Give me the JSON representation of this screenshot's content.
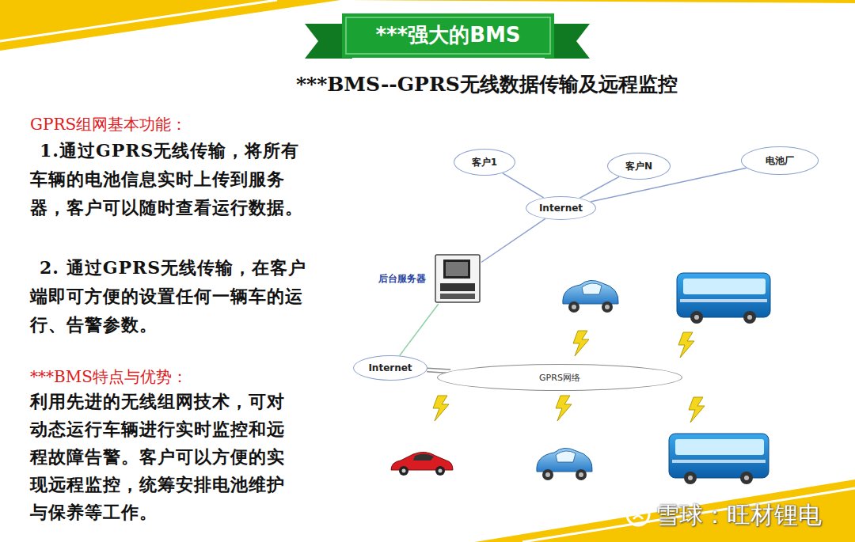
{
  "diagram": {
    "title": "***强大的BMS",
    "nodes": [
      {
        "text": [
          "客户1"
        ]
      },
      {
        "text": [
          "客户N"
        ]
      },
      {
        "text": [
          "电池厂"
        ]
      },
      {
        "text": [
          "Internet"
        ]
      },
      {
        "text": [
          "后台服务器"
        ]
      },
      {
        "text": [
          "Internet"
        ]
      },
      {
        "text": [
          "GPRS网络"
        ]
      }
    ],
    "edges": [
      {
        "from": 0,
        "to": 3,
        "arrow": "none"
      },
      {
        "from": 1,
        "to": 3,
        "arrow": "none"
      },
      {
        "from": 2,
        "to": 3,
        "arrow": "none"
      },
      {
        "from": 3,
        "to": 4,
        "arrow": "none"
      },
      {
        "from": 4,
        "to": 5,
        "arrow": "none"
      },
      {
        "from": 5,
        "to": 6,
        "arrow": "none"
      }
    ],
    "labels": [
      "***BMS--GPRS无线数据传输及远程监控",
      "GPRS组网基本功能：",
      "1.通过GPRS无线传输，将所有车辆的电池信息实时上传到服务器，客户可以随时查看运行数据。",
      "2. 通过GPRS无线传输，在客户端即可方便的设置任何一辆车的运行、告警参数。",
      "***BMS特点与优势：",
      "利用先进的无线组网技术，可对动态运行车辆进行实时监控和远程故障告警。客户可以方便的实现远程监控，统筹安排电池维护与保养等工作。",
      "雪球：旺材锂电"
    ]
  }
}
